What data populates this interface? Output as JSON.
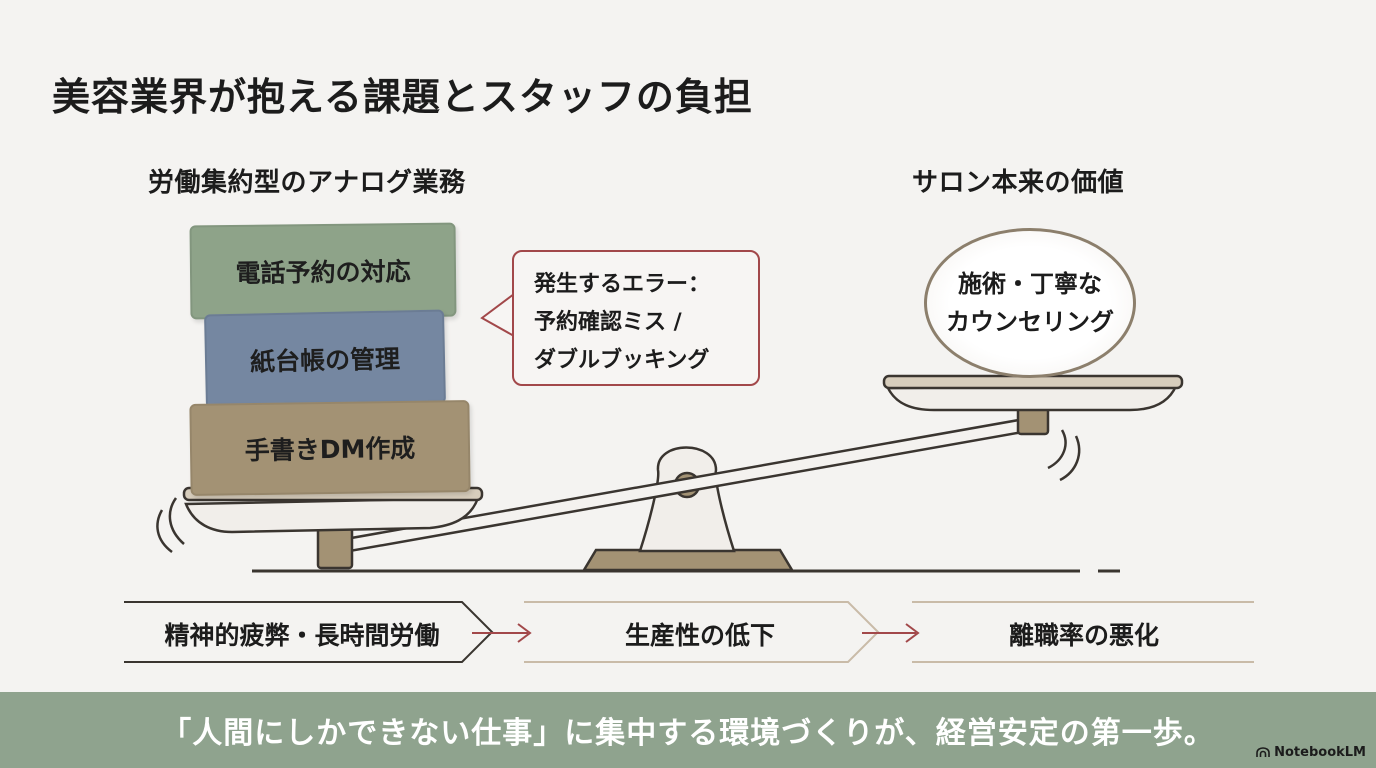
{
  "title": "美容業界が抱える課題とスタッフの負担",
  "left": {
    "heading": "労働集約型のアナログ業務",
    "boxes": [
      "電話予約の対応",
      "紙台帳の管理",
      "手書きDM作成"
    ],
    "colors": [
      "#8ea389",
      "#7587a1",
      "#a39274"
    ]
  },
  "callout": {
    "lines": [
      "発生するエラー：",
      "予約確認ミス /",
      "ダブルブッキング"
    ],
    "border_color": "#a2484a"
  },
  "right": {
    "heading": "サロン本来の価値",
    "circle_lines": [
      "施術・丁寧な",
      "カウンセリング"
    ]
  },
  "flow": [
    "精神的疲弊・長時間労働",
    "生産性の低下",
    "離職率の悪化"
  ],
  "banner": {
    "text": "「人間にしかできない仕事」に集中する環境づくりが、経営安定の第一歩。",
    "color": "#8fa38e"
  },
  "brand": "NotebookLM"
}
